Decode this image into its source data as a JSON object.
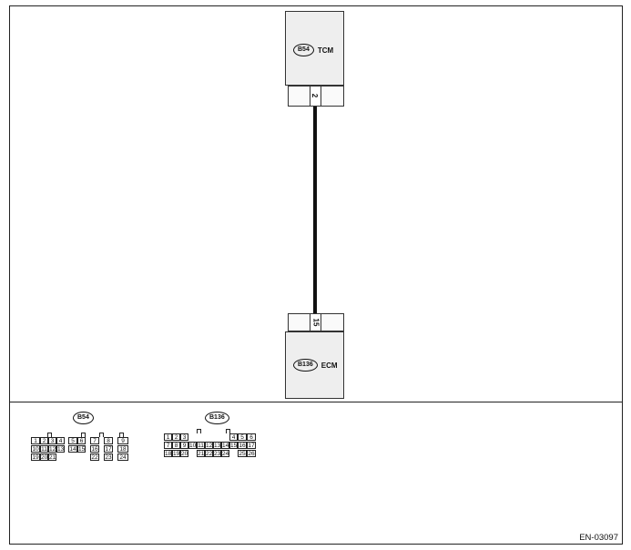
{
  "modules": {
    "tcm": {
      "connector": "B54",
      "name": "TCM",
      "pin": "2"
    },
    "ecm": {
      "connector": "B136",
      "name": "ECM",
      "pin": "15"
    }
  },
  "connectors": {
    "b54": {
      "label": "B54",
      "rows": [
        [
          "1",
          "2",
          "3",
          "4",
          "",
          "5",
          "6",
          "",
          "7",
          "",
          "8",
          "",
          "9"
        ],
        [
          "10",
          "11",
          "12",
          "13",
          "",
          "14",
          "15",
          "",
          "16",
          "",
          "17",
          "",
          "18"
        ],
        [
          "19",
          "20",
          "21",
          "",
          "",
          "",
          "",
          "",
          "22",
          "",
          "23",
          "",
          "24"
        ]
      ]
    },
    "b136": {
      "label": "B136",
      "rows": [
        [
          "1",
          "2",
          "3",
          "",
          "",
          "",
          "",
          "",
          "4",
          "5",
          "6"
        ],
        [
          "7",
          "8",
          "9",
          "10",
          "11",
          "12",
          "13",
          "14",
          "15",
          "16",
          "17"
        ],
        [
          "18",
          "19",
          "20",
          "",
          "21",
          "22",
          "23",
          "24",
          "",
          "25",
          "26"
        ]
      ]
    }
  },
  "figure_code": "EN-03097"
}
